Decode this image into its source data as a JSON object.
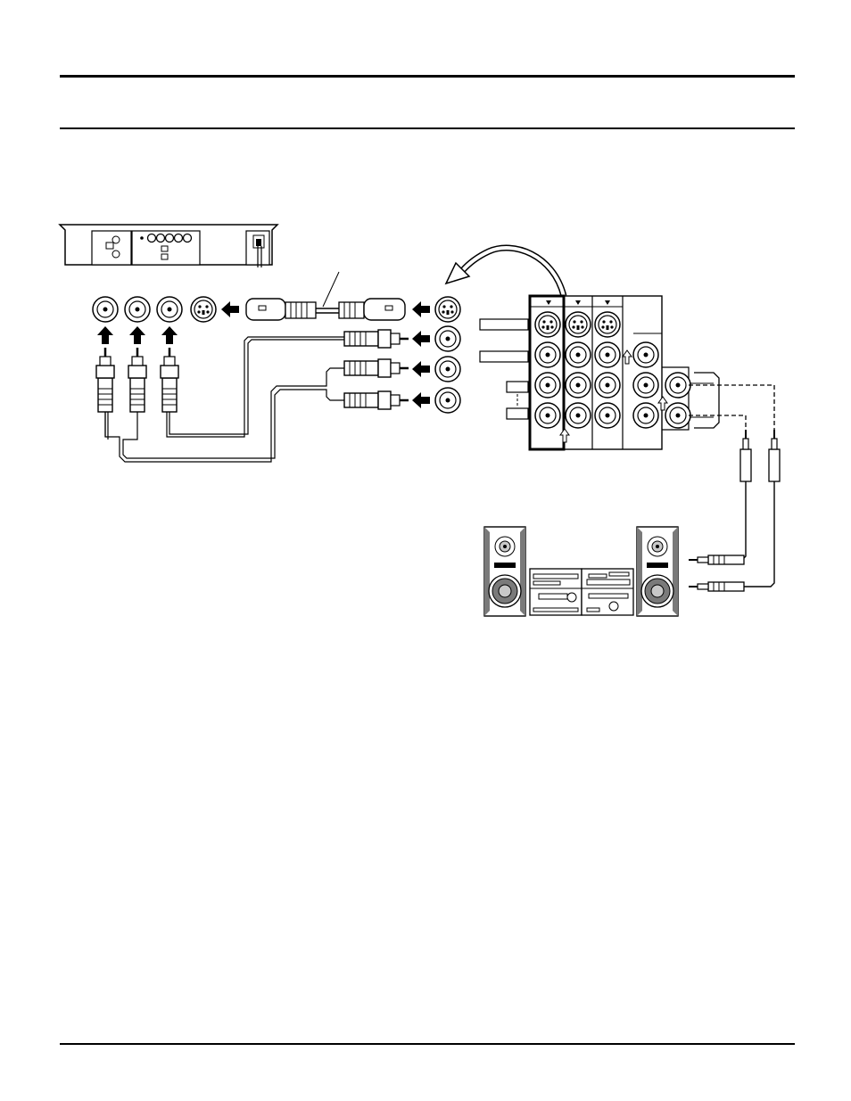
{
  "page": {
    "rules": [
      "top-rule",
      "header-rule",
      "footer-rule"
    ]
  },
  "diagram": {
    "components": [
      "vcr-rear-panel-icon",
      "vcr-input-jacks",
      "s-video-cable-icon",
      "rca-plug-icon",
      "tv-input-jacks",
      "tv-terminal-panel-icon",
      "curved-arrow-icon",
      "audio-out-jacks",
      "mini-plug-icon",
      "stereo-system-icon",
      "speaker-icon"
    ],
    "colors": {
      "line": "#000000",
      "background": "#ffffff",
      "fill_dark": "#7a7a7a",
      "fill_light": "#c8c8c8"
    }
  }
}
